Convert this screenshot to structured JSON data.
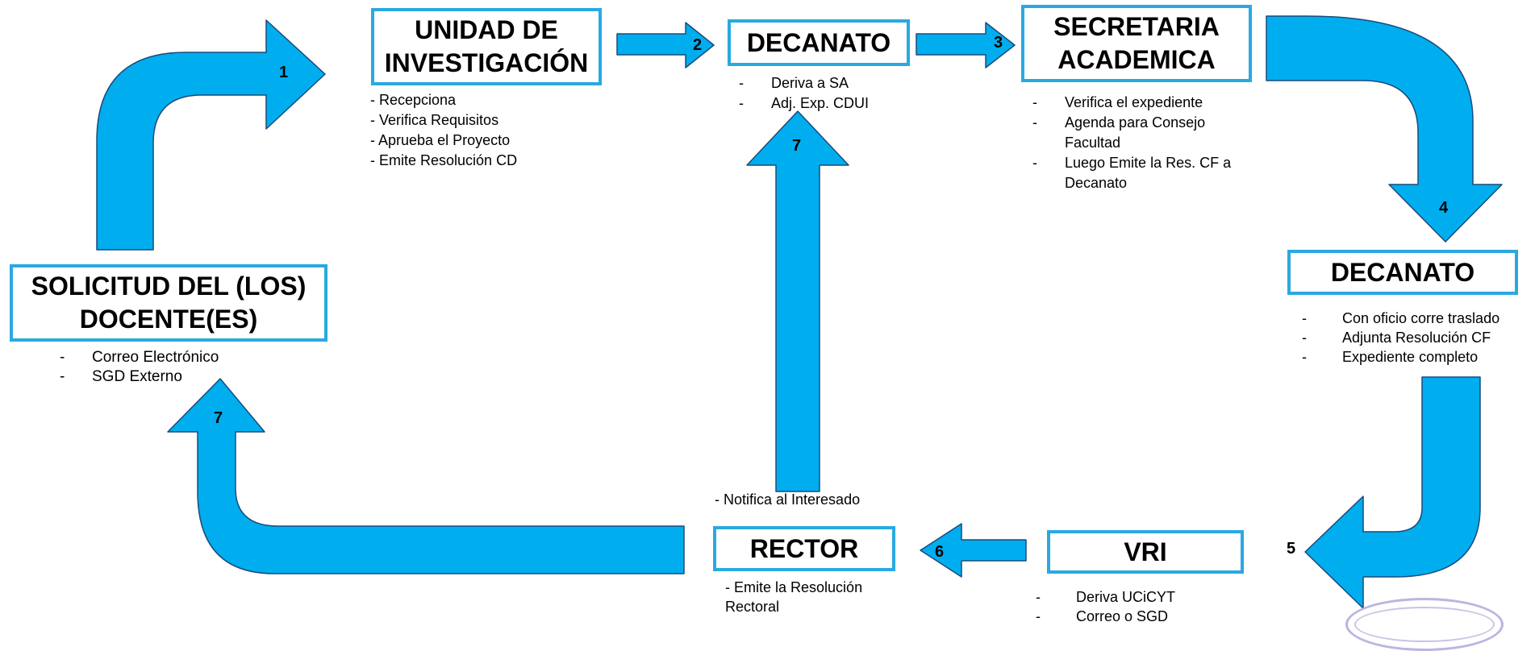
{
  "boxes": {
    "solicitud": {
      "line1": "SOLICITUD DEL (LOS)",
      "line2": "DOCENTE(ES)"
    },
    "unidad": {
      "line1": "UNIDAD DE",
      "line2": "INVESTIGACIÓN"
    },
    "decanato_top": {
      "line1": "DECANATO"
    },
    "secretaria": {
      "line1": "SECRETARIA",
      "line2": "ACADEMICA"
    },
    "decanato_right": {
      "line1": "DECANATO"
    },
    "vri": {
      "line1": "VRI"
    },
    "rector": {
      "line1": "RECTOR"
    }
  },
  "lists": {
    "solicitud": [
      "Correo Electrónico",
      "SGD Externo"
    ],
    "unidad": [
      "Recepciona",
      "Verifica Requisitos",
      "Aprueba el Proyecto",
      "Emite Resolución CD"
    ],
    "decanato_top": [
      "Deriva a SA",
      "Adj. Exp. CDUI"
    ],
    "secretaria": [
      "Verifica el expediente",
      "Agenda para Consejo Facultad",
      "Luego Emite la Res. CF a Decanato"
    ],
    "decanato_right": [
      "Con oficio corre traslado",
      "Adjunta Resolución CF",
      "Expediente completo"
    ],
    "vri": [
      "Deriva UCiCYT",
      "Correo o SGD"
    ],
    "rector_above": [
      "Notifica al Interesado"
    ],
    "rector_below": [
      "Emite la Resolución Rectoral"
    ]
  },
  "steps": {
    "s1": "1",
    "s2": "2",
    "s3": "3",
    "s4": "4",
    "s5": "5",
    "s6": "6",
    "s7_up": "7",
    "s7_left": "7"
  },
  "colors": {
    "arrow": "#00aeef",
    "arrow_stroke": "#1b4a7a",
    "box_border": "#29a9e1"
  }
}
